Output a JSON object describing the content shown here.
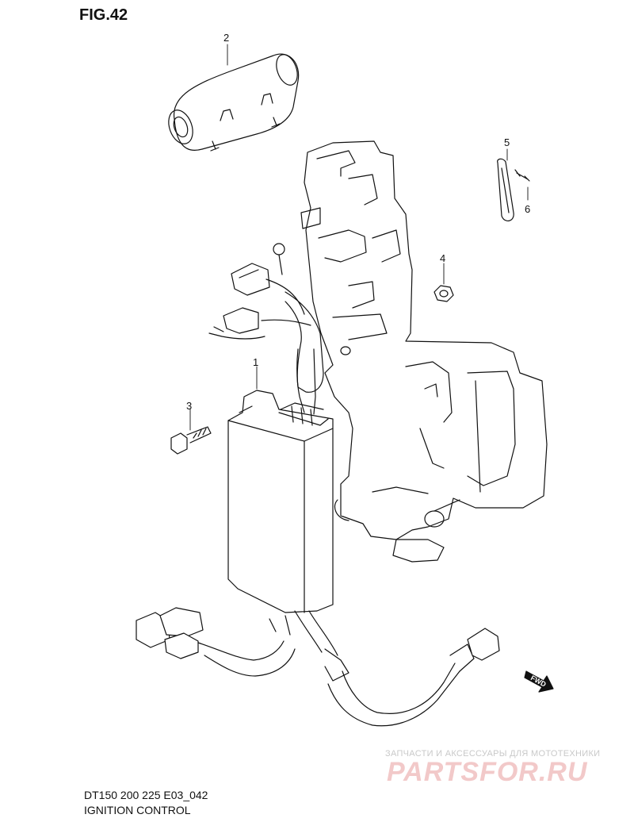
{
  "figure": {
    "title": "FIG.42"
  },
  "callouts": [
    {
      "id": "1",
      "label": "1"
    },
    {
      "id": "2",
      "label": "2"
    },
    {
      "id": "3",
      "label": "3"
    },
    {
      "id": "4",
      "label": "4"
    },
    {
      "id": "5",
      "label": "5"
    },
    {
      "id": "6",
      "label": "6"
    }
  ],
  "direction_marker": {
    "label": "FWD"
  },
  "footer": {
    "model_code": "DT150 200 225 E03_042",
    "section_name": "IGNITION CONTROL"
  },
  "watermark": {
    "tagline": "ЗАПЧАСТИ И АКСЕССУАРЫ ДЛЯ МОТОТЕХНИКИ",
    "brand": "PARTSFOR.RU",
    "brand_color": "#f2c9c9"
  },
  "colors": {
    "line": "#111111",
    "background": "#ffffff"
  }
}
